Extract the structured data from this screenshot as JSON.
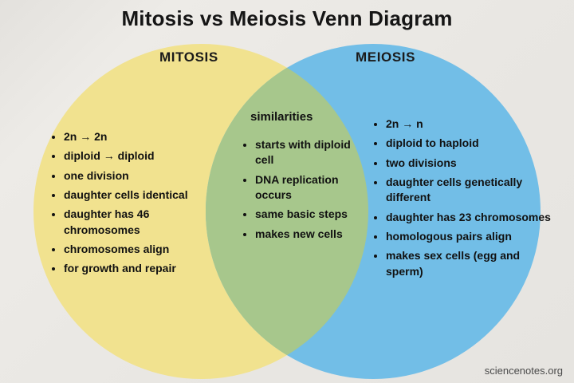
{
  "title": "Mitosis vs Meiosis Venn Diagram",
  "venn": {
    "left": {
      "label": "MITOSIS",
      "color": "#f1e28f",
      "items": [
        "2n → 2n",
        "diploid → diploid",
        "one division",
        "daughter cells identical",
        "daughter has 46 chromosomes",
        "chromosomes align",
        "for growth and repair"
      ]
    },
    "middle": {
      "label": "similarities",
      "color": "#a7c78c",
      "items": [
        "starts with diploid cell",
        "DNA replication occurs",
        "same basic steps",
        "makes new cells"
      ]
    },
    "right": {
      "label": "MEIOSIS",
      "color": "#72bee7",
      "items": [
        "2n → n",
        "diploid to haploid",
        "two divisions",
        "daughter cells genetically different",
        "daughter has 23 chromosomes",
        "homologous pairs align",
        "makes sex cells (egg and sperm)"
      ]
    }
  },
  "footer": {
    "credit": "sciencenotes.org"
  }
}
